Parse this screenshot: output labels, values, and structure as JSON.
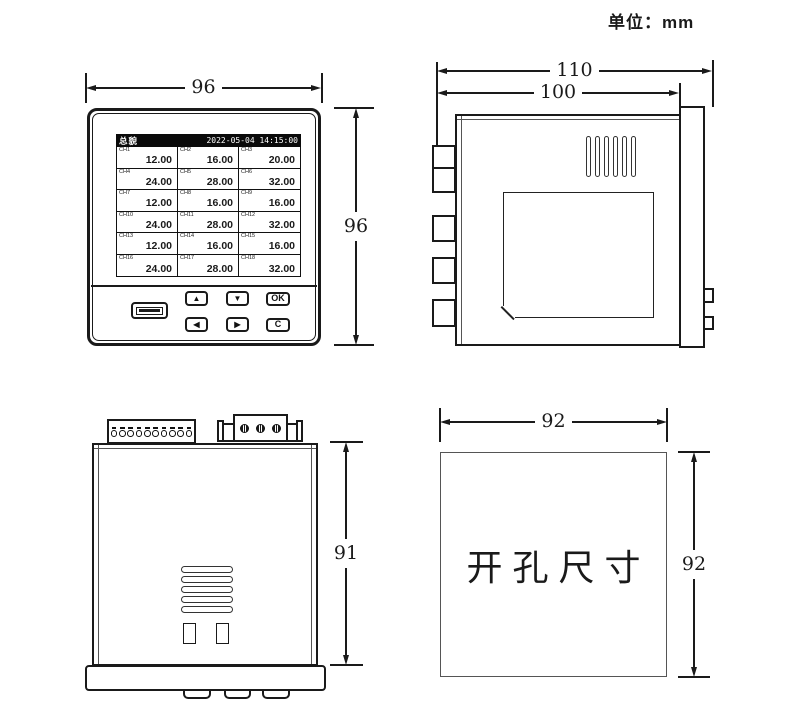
{
  "unit_label": "单位：mm",
  "front_view": {
    "width_dim": "96",
    "height_dim": "96",
    "screen": {
      "title": "总貌",
      "timestamp": "2022-05-04 14:15:00",
      "channels": [
        {
          "id": "CH1",
          "value": "12.00"
        },
        {
          "id": "CH2",
          "value": "16.00"
        },
        {
          "id": "CH3",
          "value": "20.00"
        },
        {
          "id": "CH4",
          "value": "24.00"
        },
        {
          "id": "CH5",
          "value": "28.00"
        },
        {
          "id": "CH6",
          "value": "32.00"
        },
        {
          "id": "CH7",
          "value": "12.00"
        },
        {
          "id": "CH8",
          "value": "16.00"
        },
        {
          "id": "CH9",
          "value": "16.00"
        },
        {
          "id": "CH10",
          "value": "24.00"
        },
        {
          "id": "CH11",
          "value": "28.00"
        },
        {
          "id": "CH12",
          "value": "32.00"
        },
        {
          "id": "CH13",
          "value": "12.00"
        },
        {
          "id": "CH14",
          "value": "16.00"
        },
        {
          "id": "CH15",
          "value": "16.00"
        },
        {
          "id": "CH16",
          "value": "24.00"
        },
        {
          "id": "CH17",
          "value": "28.00"
        },
        {
          "id": "CH18",
          "value": "32.00"
        }
      ]
    },
    "keys": {
      "up": "▲",
      "down": "▼",
      "ok": "OK",
      "left": "◀",
      "right": "▶",
      "clear": "C"
    }
  },
  "side_view": {
    "total_depth_dim": "110",
    "body_depth_dim": "100"
  },
  "bottom_view": {
    "body_depth_dim": "91"
  },
  "cutout_view": {
    "width_dim": "92",
    "height_dim": "92",
    "label": "开孔尺寸"
  }
}
